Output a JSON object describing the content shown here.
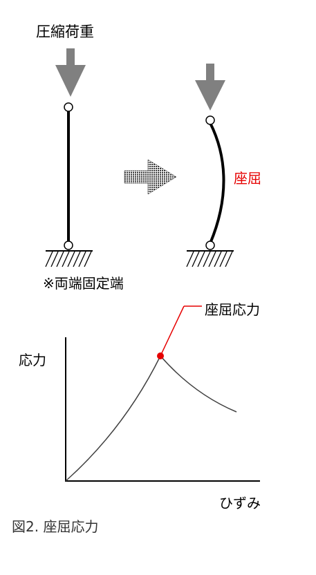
{
  "labels": {
    "compressive_load": "圧縮荷重",
    "fixed_ends_note": "※両端固定端",
    "buckling": "座屈",
    "stress_axis": "応力",
    "buckling_stress": "座屈応力",
    "strain_axis": "ひずみ",
    "caption": "図2. 座屈応力"
  },
  "colors": {
    "arrow": "#808080",
    "column": "#000000",
    "highlight": "#e60000",
    "curve": "#404040",
    "hatch": "#000000"
  },
  "icons": {
    "load_arrow": "down-arrow-icon",
    "transition_arrow": "right-arrow-icon",
    "pin_joint": "circle-node-icon",
    "fixed_support": "hatched-ground-icon"
  }
}
